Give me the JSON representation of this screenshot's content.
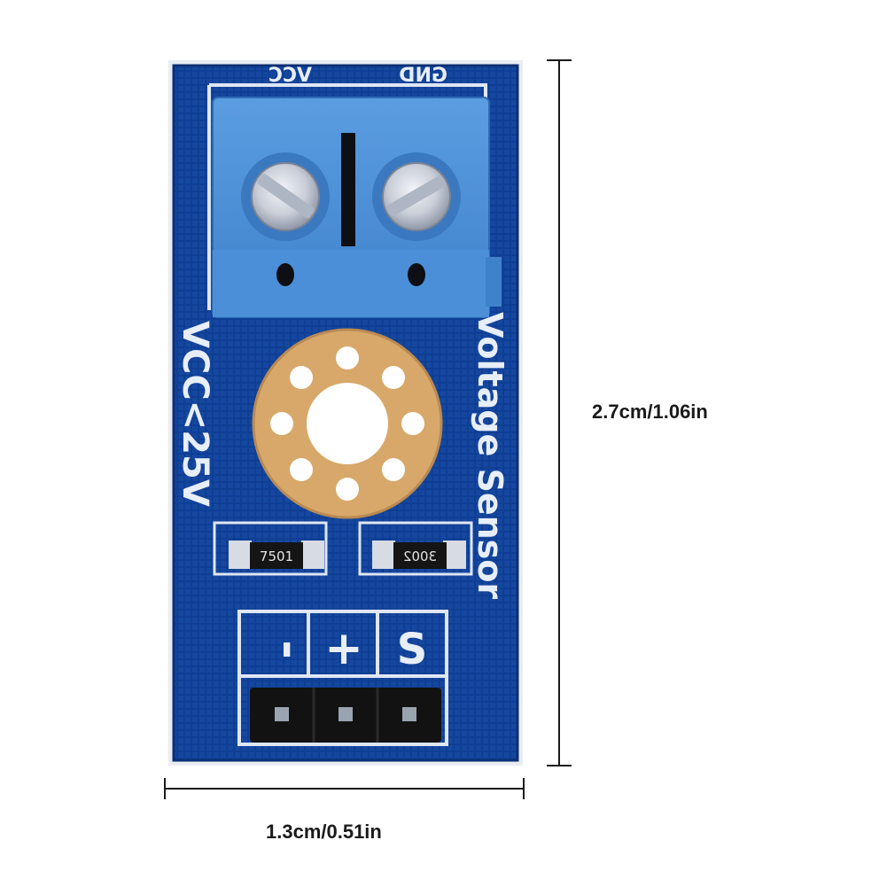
{
  "dimensions": {
    "height_label": "2.7cm/1.06in",
    "width_label": "1.3cm/0.51in"
  },
  "board": {
    "terminal_labels": {
      "vcc": "VCC",
      "gnd": "GND"
    },
    "rating_text": "VCC<25V",
    "product_text": "Voltage Sensor",
    "resistor_1_code": "7501",
    "resistor_2_code": "3002",
    "pin_labels": [
      "-",
      "+",
      "S"
    ]
  },
  "colors": {
    "pcb_blue": "#0f3f95",
    "terminal_blue": "#4a8fd6",
    "pad_gold": "#d8a86a",
    "header_black": "#121212"
  }
}
